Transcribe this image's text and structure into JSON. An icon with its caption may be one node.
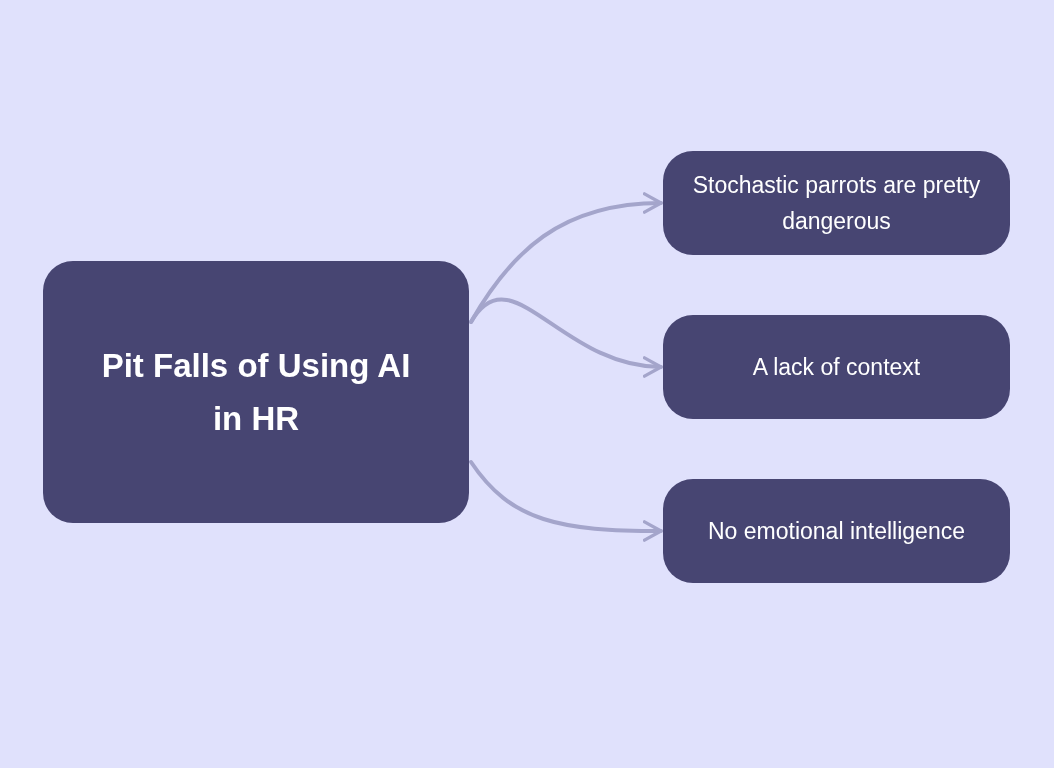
{
  "diagram": {
    "nodes": [
      {
        "text": [
          "Pit Falls of Using AI in HR"
        ]
      },
      {
        "text": [
          "Stochastic parrots are pretty dangerous"
        ]
      },
      {
        "text": [
          "A lack of context"
        ]
      },
      {
        "text": [
          "No emotional intelligence"
        ]
      }
    ],
    "edges": [
      {
        "from": 0,
        "to": 1,
        "arrow": "to"
      },
      {
        "from": 0,
        "to": 2,
        "arrow": "to"
      },
      {
        "from": 0,
        "to": 3,
        "arrow": "to"
      }
    ]
  }
}
